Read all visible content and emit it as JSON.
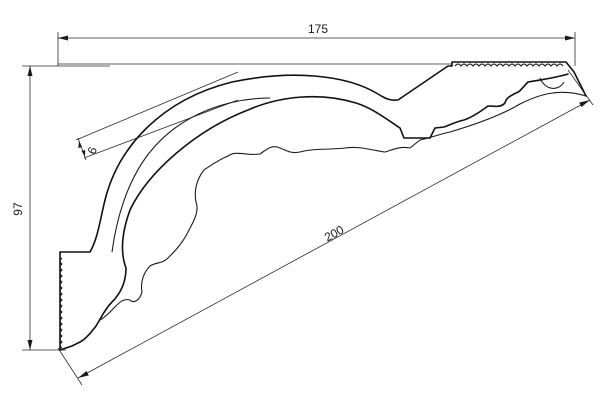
{
  "drawing": {
    "dimensions": {
      "width_label": "175",
      "height_label": "97",
      "diagonal_label": "200",
      "thickness_label": "6"
    }
  }
}
